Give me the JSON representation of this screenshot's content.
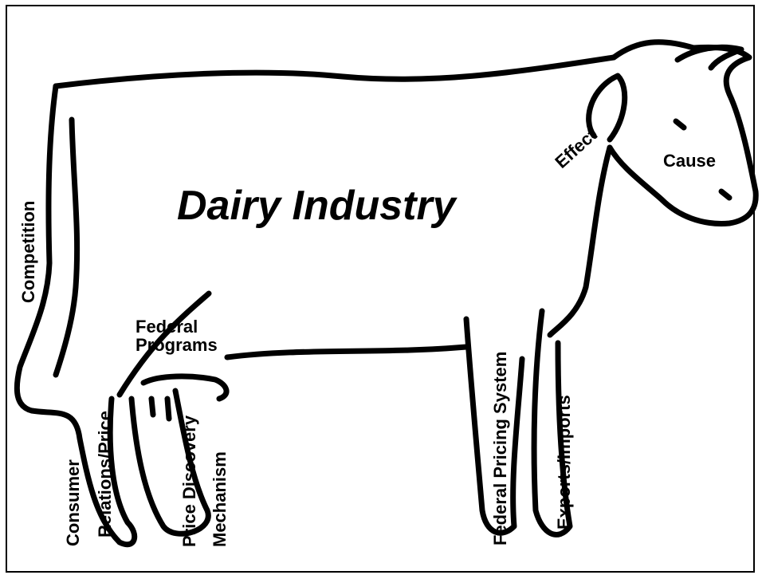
{
  "title": "Dairy Industry",
  "labels": {
    "competition": "Competition",
    "federal_programs": "Federal Programs",
    "consumer": "Consumer",
    "relations_price": "Relations/Price",
    "price_discovery": "Price Discovery",
    "mechanism": "Mechanism",
    "federal_pricing_system": "Federal Pricing System",
    "exports_imports": "Exports/Imports",
    "effect": "Effect",
    "cause": "Cause"
  },
  "colors": {
    "ink": "#000000",
    "background": "#ffffff"
  }
}
